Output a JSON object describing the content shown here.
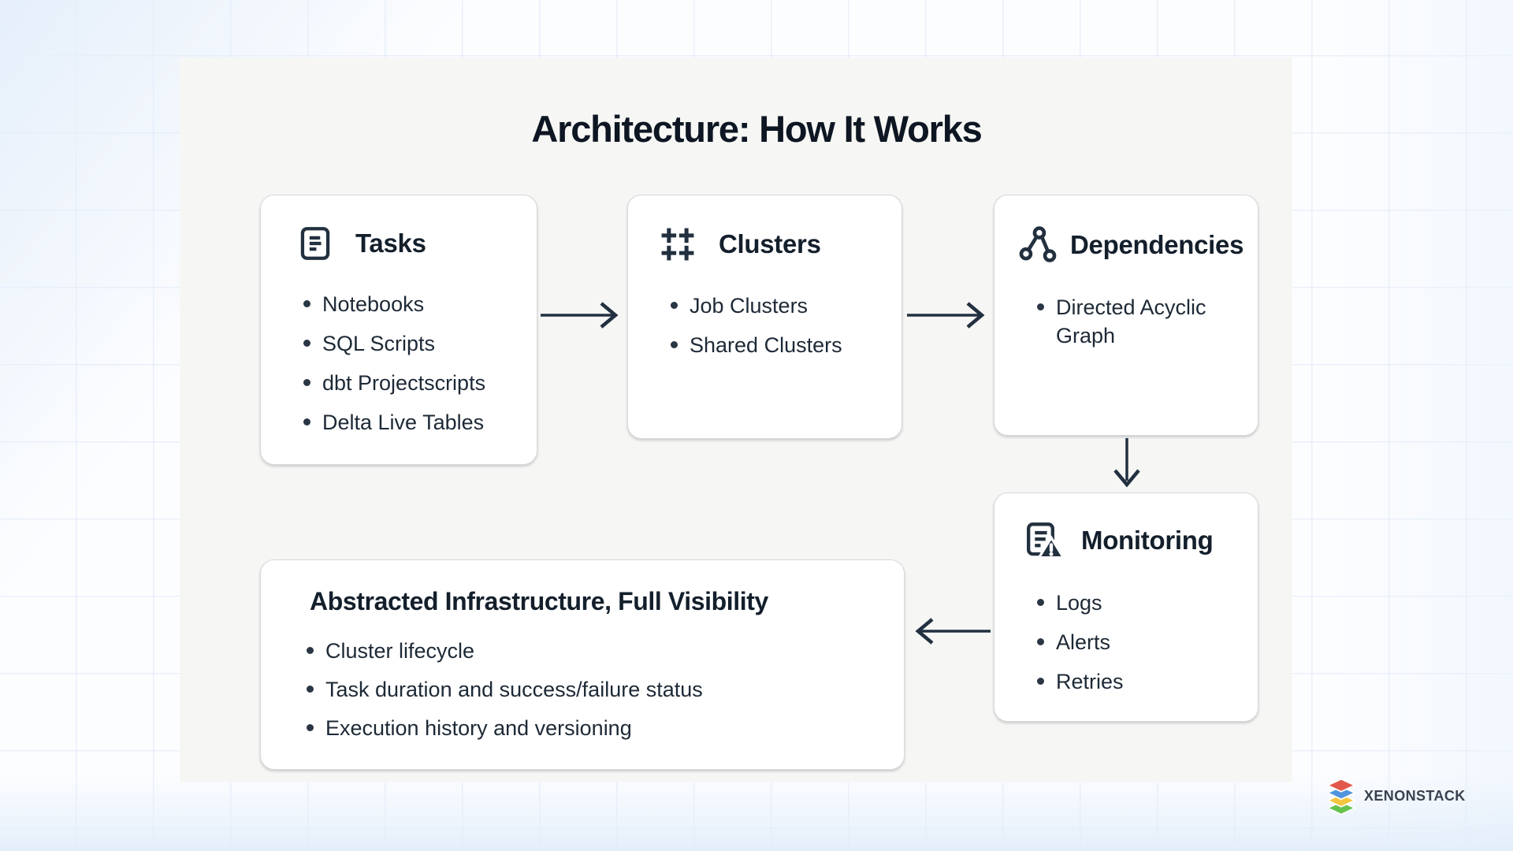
{
  "page": {
    "title": "Architecture: How It Works"
  },
  "cards": {
    "tasks": {
      "title": "Tasks",
      "icon": "document-lines-icon",
      "items": [
        "Notebooks",
        "SQL Scripts",
        "dbt Projectscripts",
        "Delta Live Tables"
      ]
    },
    "clusters": {
      "title": "Clusters",
      "icon": "plus-grid-icon",
      "items": [
        "Job Clusters",
        "Shared Clusters"
      ]
    },
    "dependencies": {
      "title": "Dependencies",
      "icon": "node-graph-icon",
      "items": [
        "Directed Acyclic Graph"
      ]
    },
    "monitoring": {
      "title": "Monitoring",
      "icon": "document-alert-icon",
      "items": [
        "Logs",
        "Alerts",
        "Retries"
      ]
    },
    "summary": {
      "title": "Abstracted Infrastructure, Full Visibility",
      "items": [
        "Cluster lifecycle",
        "Task duration and success/failure status",
        "Execution history and versioning"
      ]
    }
  },
  "flows": [
    {
      "from": "Tasks",
      "to": "Clusters"
    },
    {
      "from": "Clusters",
      "to": "Dependencies"
    },
    {
      "from": "Dependencies",
      "to": "Monitoring"
    },
    {
      "from": "Monitoring",
      "to": "Abstracted Infrastructure, Full Visibility"
    }
  ],
  "branding": {
    "logo_text": "XENONSTACK",
    "logo_icon": "layer-stack-icon",
    "layer_colors": [
      "#e2574c",
      "#4f94dd",
      "#f4c63f",
      "#66c24f"
    ]
  },
  "colors": {
    "ink": "#22303f",
    "panel_bg": "#f6f6f4",
    "card_bg": "#ffffff",
    "card_border": "#d8d9db",
    "page_bg": "#fcfdff",
    "grid_line": "#dce8f7"
  }
}
